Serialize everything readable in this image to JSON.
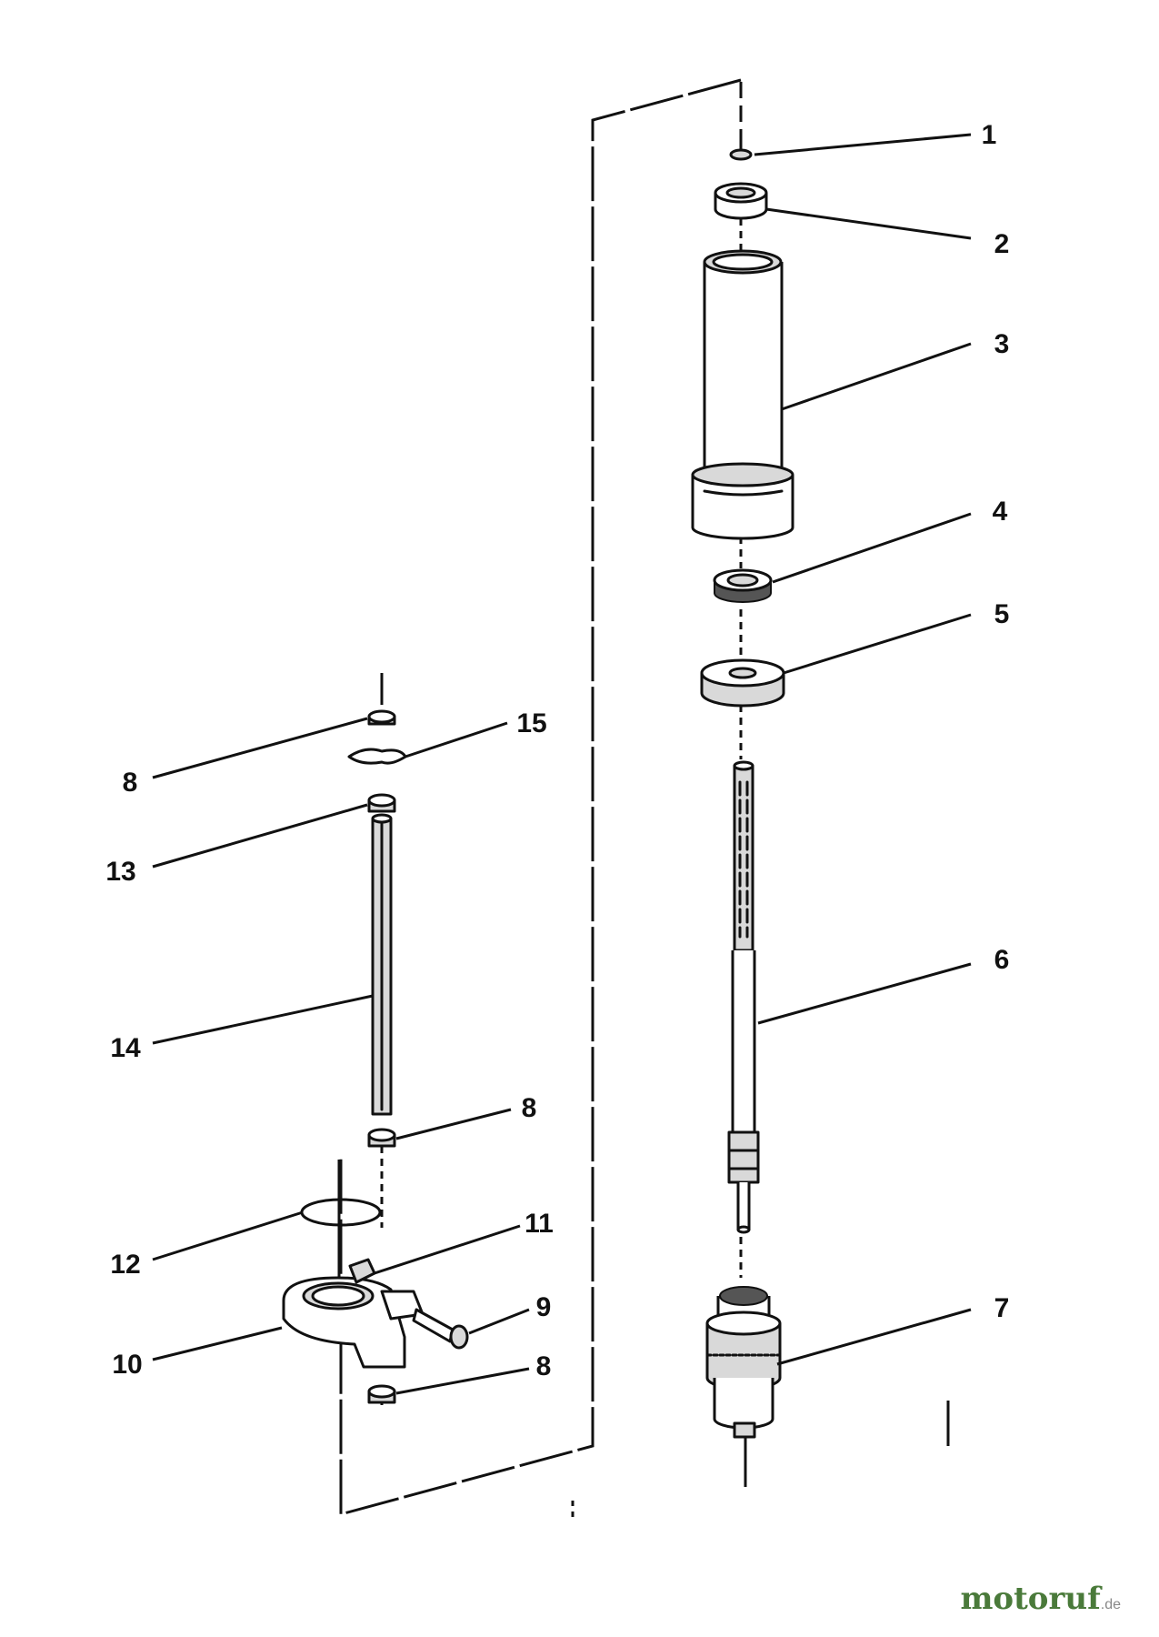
{
  "callouts": {
    "c1": "1",
    "c2": "2",
    "c3": "3",
    "c4": "4",
    "c5": "5",
    "c6": "6",
    "c7": "7",
    "c8a": "8",
    "c8b": "8",
    "c8c": "8",
    "c9": "9",
    "c10": "10",
    "c11": "11",
    "c12": "12",
    "c13": "13",
    "c14": "14",
    "c15": "15"
  },
  "watermark": {
    "brand": "motoruf",
    "tld": ".de"
  }
}
